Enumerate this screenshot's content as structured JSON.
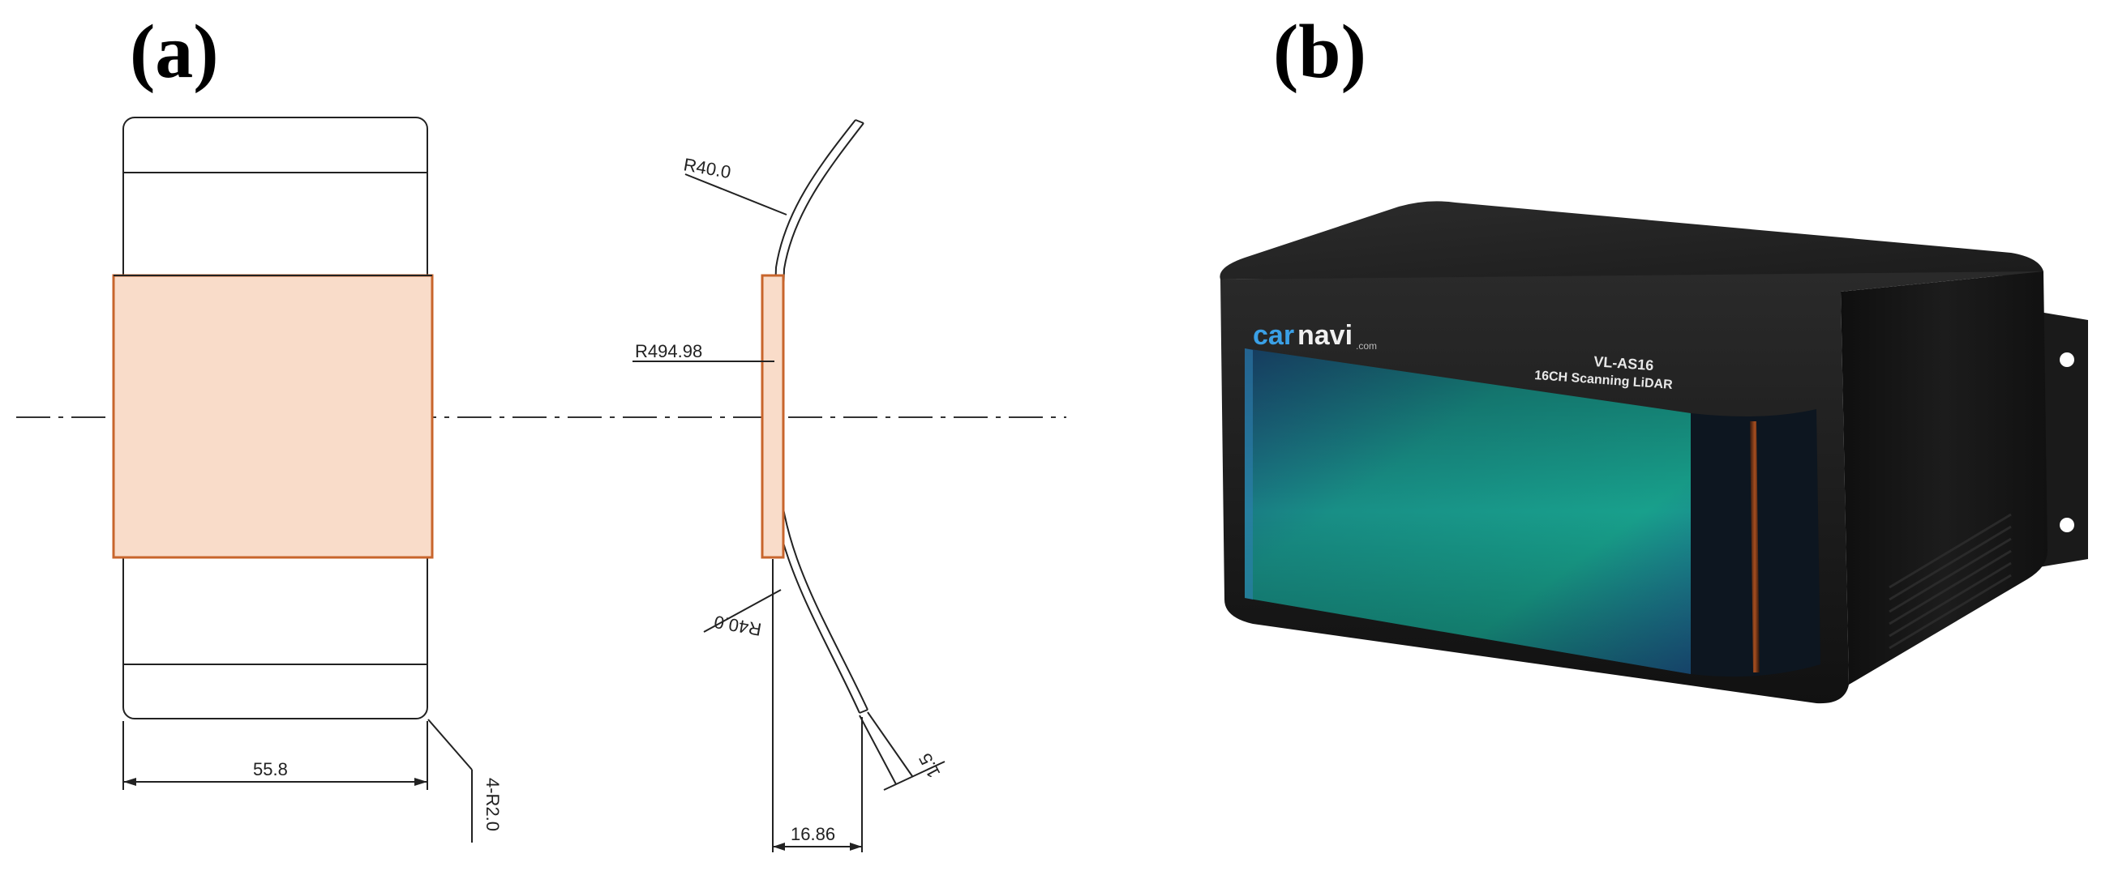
{
  "panels": {
    "a": {
      "label": "(a)"
    },
    "b": {
      "label": "(b)"
    }
  },
  "drawing": {
    "width_dim": "55.8",
    "corner_radius_note": "4-R2.0",
    "radius_top": "R40.0",
    "radius_center": "R494.98",
    "radius_bottom": "R40.0",
    "thickness": "1.5",
    "depth": "16.86"
  },
  "device": {
    "logo_part1": "car",
    "logo_part2": "navi",
    "logo_suffix": ".com",
    "model": "VL-AS16",
    "description": "16CH Scanning LiDAR"
  },
  "colors": {
    "window_fill": "#f9dcc9",
    "window_stroke": "#c8652c",
    "body": "#1a1a1a",
    "lens_green": "#1f9f86",
    "lens_blue": "#1e4f86"
  }
}
